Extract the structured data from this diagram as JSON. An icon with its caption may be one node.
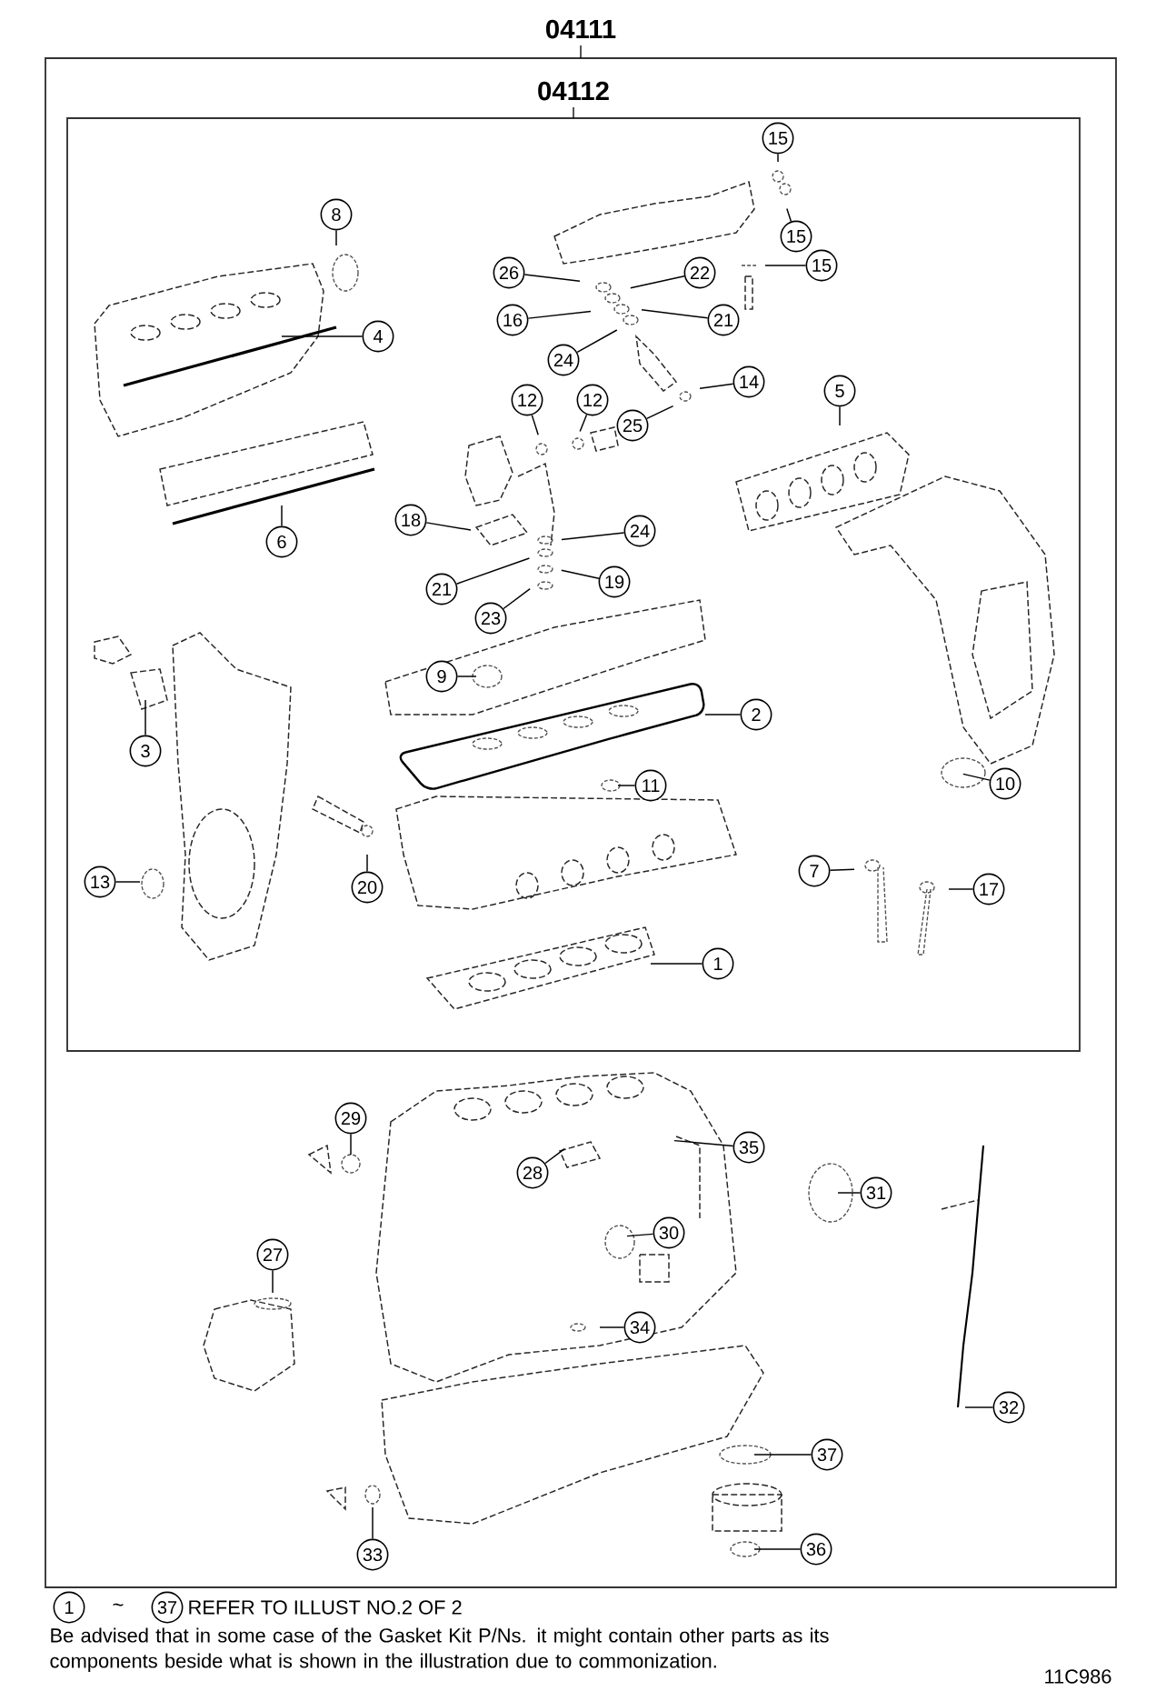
{
  "diagram": {
    "nodes": [
      {
        "text": [
          "04111"
        ]
      },
      {
        "text": [
          "04112"
        ],
        "in": 0
      },
      {
        "text": [
          "15"
        ],
        "in": 1
      },
      {
        "text": [
          "8"
        ],
        "in": 1
      },
      {
        "text": [
          "15"
        ],
        "in": 1
      },
      {
        "text": [
          "15"
        ],
        "in": 1
      },
      {
        "text": [
          "26"
        ],
        "in": 1
      },
      {
        "text": [
          "22"
        ],
        "in": 1
      },
      {
        "text": [
          "16"
        ],
        "in": 1
      },
      {
        "text": [
          "21"
        ],
        "in": 1
      },
      {
        "text": [
          "4"
        ],
        "in": 1
      },
      {
        "text": [
          "24"
        ],
        "in": 1
      },
      {
        "text": [
          "14"
        ],
        "in": 1
      },
      {
        "text": [
          "5"
        ],
        "in": 1
      },
      {
        "text": [
          "12"
        ],
        "in": 1
      },
      {
        "text": [
          "12"
        ],
        "in": 1
      },
      {
        "text": [
          "25"
        ],
        "in": 1
      },
      {
        "text": [
          "6"
        ],
        "in": 1
      },
      {
        "text": [
          "18"
        ],
        "in": 1
      },
      {
        "text": [
          "24"
        ],
        "in": 1
      },
      {
        "text": [
          "21"
        ],
        "in": 1
      },
      {
        "text": [
          "19"
        ],
        "in": 1
      },
      {
        "text": [
          "23"
        ],
        "in": 1
      },
      {
        "text": [
          "9"
        ],
        "in": 1
      },
      {
        "text": [
          "2"
        ],
        "in": 1
      },
      {
        "text": [
          "3"
        ],
        "in": 1
      },
      {
        "text": [
          "11"
        ],
        "in": 1
      },
      {
        "text": [
          "10"
        ],
        "in": 1
      },
      {
        "text": [
          "20"
        ],
        "in": 1
      },
      {
        "text": [
          "7"
        ],
        "in": 1
      },
      {
        "text": [
          "13"
        ],
        "in": 1
      },
      {
        "text": [
          "17"
        ],
        "in": 1
      },
      {
        "text": [
          "1"
        ],
        "in": 1
      },
      {
        "text": [
          "29"
        ],
        "in": 0
      },
      {
        "text": [
          "35"
        ],
        "in": 0
      },
      {
        "text": [
          "28"
        ],
        "in": 0
      },
      {
        "text": [
          "31"
        ],
        "in": 0
      },
      {
        "text": [
          "30"
        ],
        "in": 0
      },
      {
        "text": [
          "27"
        ],
        "in": 0
      },
      {
        "text": [
          "34"
        ],
        "in": 0
      },
      {
        "text": [
          "32"
        ],
        "in": 0
      },
      {
        "text": [
          "37"
        ],
        "in": 0
      },
      {
        "text": [
          "36"
        ],
        "in": 0
      },
      {
        "text": [
          "33"
        ],
        "in": 0
      },
      {
        "text": [
          "1"
        ]
      },
      {
        "text": [
          "37"
        ]
      }
    ],
    "edges": [
      {
        "from": 2,
        "to": null,
        "arrow": "none"
      },
      {
        "from": 3,
        "to": null,
        "arrow": "none"
      },
      {
        "from": 4,
        "to": null,
        "arrow": "none"
      },
      {
        "from": 5,
        "to": null,
        "arrow": "none"
      },
      {
        "from": 6,
        "to": null,
        "arrow": "none"
      },
      {
        "from": 7,
        "to": null,
        "arrow": "none"
      },
      {
        "from": 8,
        "to": null,
        "arrow": "none"
      },
      {
        "from": 9,
        "to": null,
        "arrow": "none"
      },
      {
        "from": 10,
        "to": null,
        "arrow": "none"
      },
      {
        "from": 11,
        "to": null,
        "arrow": "none"
      },
      {
        "from": 12,
        "to": null,
        "arrow": "none"
      },
      {
        "from": 13,
        "to": null,
        "arrow": "none"
      },
      {
        "from": 14,
        "to": null,
        "arrow": "none"
      },
      {
        "from": 15,
        "to": null,
        "arrow": "none"
      },
      {
        "from": 16,
        "to": null,
        "arrow": "none"
      },
      {
        "from": 17,
        "to": null,
        "arrow": "none"
      },
      {
        "from": 18,
        "to": null,
        "arrow": "none"
      },
      {
        "from": 19,
        "to": null,
        "arrow": "none"
      },
      {
        "from": 20,
        "to": null,
        "arrow": "none"
      },
      {
        "from": 21,
        "to": null,
        "arrow": "none"
      },
      {
        "from": 22,
        "to": null,
        "arrow": "none"
      },
      {
        "from": 23,
        "to": null,
        "arrow": "none"
      },
      {
        "from": 24,
        "to": null,
        "arrow": "none"
      },
      {
        "from": 25,
        "to": null,
        "arrow": "none"
      },
      {
        "from": 26,
        "to": null,
        "arrow": "none"
      },
      {
        "from": 27,
        "to": null,
        "arrow": "none"
      },
      {
        "from": 28,
        "to": null,
        "arrow": "none"
      },
      {
        "from": 29,
        "to": null,
        "arrow": "none"
      },
      {
        "from": 30,
        "to": null,
        "arrow": "none"
      },
      {
        "from": 31,
        "to": null,
        "arrow": "none"
      },
      {
        "from": 32,
        "to": null,
        "arrow": "none"
      },
      {
        "from": 33,
        "to": null,
        "arrow": "none"
      },
      {
        "from": 34,
        "to": null,
        "arrow": "none"
      },
      {
        "from": 35,
        "to": null,
        "arrow": "none"
      },
      {
        "from": 36,
        "to": null,
        "arrow": "none"
      },
      {
        "from": 37,
        "to": null,
        "arrow": "none"
      },
      {
        "from": 38,
        "to": null,
        "arrow": "none"
      },
      {
        "from": 39,
        "to": null,
        "arrow": "none"
      },
      {
        "from": 40,
        "to": null,
        "arrow": "none"
      },
      {
        "from": 41,
        "to": null,
        "arrow": "none"
      },
      {
        "from": 42,
        "to": null,
        "arrow": "none"
      },
      {
        "from": 43,
        "to": null,
        "arrow": "none"
      }
    ],
    "labels": [
      "~",
      "REFER TO ILLUST NO.2 OF 2",
      "Be advised that in some case of the Gasket Kit P/Ns.  it might contain other parts as its components beside what is shown in the illustration due to commonization.",
      "11C986"
    ]
  }
}
